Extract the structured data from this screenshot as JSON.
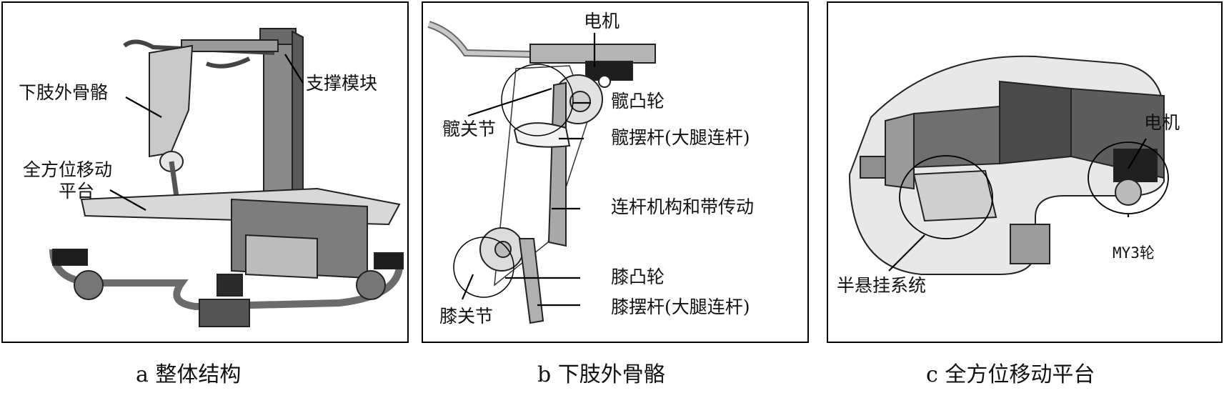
{
  "panels": [
    {
      "caption": "a 整体结构",
      "labels": {
        "lower_limb": "下肢外骨骼",
        "support": "支撑模块",
        "platform_line1": "全方位移动",
        "platform_line2": "平台"
      }
    },
    {
      "caption": "b 下肢外骨骼",
      "labels": {
        "motor": "电机",
        "hip_cam": "髋凸轮",
        "hip_joint": "髋关节",
        "hip_rod": "髋摆杆(大腿连杆)",
        "linkage": "连杆机构和带传动",
        "knee_cam": "膝凸轮",
        "knee_joint": "膝关节",
        "knee_rod": "膝摆杆(大腿连杆)"
      }
    },
    {
      "caption": "c 全方位移动平台",
      "labels": {
        "motor": "电机",
        "wheel": "MY3轮",
        "suspension": "半悬挂系统"
      }
    }
  ]
}
